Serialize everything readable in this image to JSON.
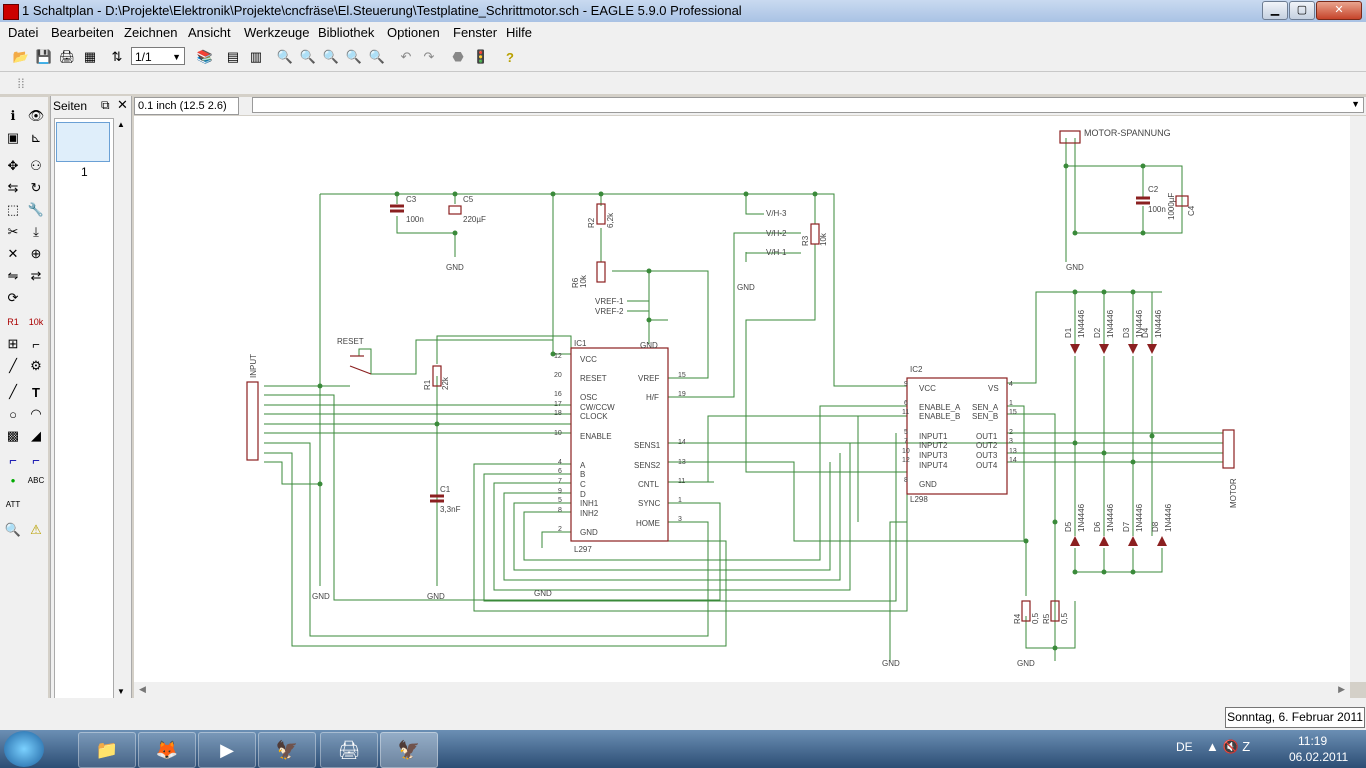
{
  "window": {
    "title": "1 Schaltplan - D:\\Projekte\\Elektronik\\Projekte\\cncfräse\\El.Steuerung\\Testplatine_Schrittmotor.sch - EAGLE 5.9.0 Professional",
    "min": "▁",
    "max": "▢",
    "close": "✕"
  },
  "menu": [
    "Datei",
    "Bearbeiten",
    "Zeichnen",
    "Ansicht",
    "Werkzeuge",
    "Bibliothek",
    "Optionen",
    "Fenster",
    "Hilfe"
  ],
  "toolbar": {
    "zoom_value": "1/1",
    "icons": [
      "open-icon",
      "save-icon",
      "print-icon",
      "cam-icon",
      "board-icon",
      "zoom-select",
      "library-icon",
      "script-icon",
      "ulp-icon",
      "zoom-fit-icon",
      "zoom-in-icon",
      "zoom-out-icon",
      "zoom-redraw-icon",
      "zoom-select-area-icon",
      "undo-icon",
      "redo-icon",
      "stop-icon",
      "go-icon",
      "help-icon"
    ]
  },
  "command": {
    "coordinates": "0.1 inch (12.5 2.6)",
    "input": ""
  },
  "pages_panel": {
    "title": "Seiten",
    "page_number": "1"
  },
  "schematic": {
    "labels": {
      "motor_spannung": "MOTOR-SPANNUNG",
      "c3": "C3",
      "c3_val": "100n",
      "c5": "C5",
      "c5_val": "220µF",
      "r2": "R2",
      "r2_val": "6,2k",
      "r6": "R6",
      "r6_val": "10k",
      "r3": "R3",
      "r3_val": "10k",
      "vh3": "V/H-3",
      "vh2": "V/H-2",
      "vh1": "V/H-1",
      "vref1": "VREF-1",
      "vref2": "VREF-2",
      "reset": "RESET",
      "input": "INPUT",
      "r1": "R1",
      "r1_val": "22k",
      "c1": "C1",
      "c1_val": "3,3nF",
      "ic1": "IC1",
      "ic1_part": "L297",
      "ic2": "IC2",
      "ic2_part": "L298",
      "c2": "C2",
      "c2_val": "100n",
      "c4": "C4",
      "c4_val": "1000µF",
      "motor": "MOTOR",
      "r4": "R4",
      "r4_val": "0,5",
      "r5": "R5",
      "r5_val": "0,5",
      "gnd": "GND",
      "diode": "1N4446",
      "d_names": [
        "D1",
        "D2",
        "D3",
        "D4",
        "D5",
        "D6",
        "D7",
        "D8"
      ]
    },
    "ic1_pins_left": [
      "VCC",
      "RESET",
      "OSC",
      "CW/CCW",
      "CLOCK",
      "ENABLE",
      "A",
      "B",
      "C",
      "D",
      "INH1",
      "INH2",
      "GND"
    ],
    "ic1_pin_nums_left": [
      "12",
      "20",
      "16",
      "17",
      "18",
      "10",
      "4",
      "6",
      "7",
      "9",
      "5",
      "8",
      "2"
    ],
    "ic1_pins_right": [
      "VREF",
      "H/F",
      "SENS1",
      "SENS2",
      "CNTL",
      "SYNC",
      "HOME"
    ],
    "ic1_pin_nums_right": [
      "15",
      "19",
      "14",
      "13",
      "11",
      "1",
      "3"
    ],
    "ic2_pins_left": [
      "VCC",
      "ENABLE_A",
      "ENABLE_B",
      "INPUT1",
      "INPUT2",
      "INPUT3",
      "INPUT4",
      "GND"
    ],
    "ic2_pin_nums_left": [
      "9",
      "6",
      "11",
      "5",
      "7",
      "10",
      "12",
      "8"
    ],
    "ic2_pins_right": [
      "VS",
      "SEN_A",
      "SEN_B",
      "OUT1",
      "OUT2",
      "OUT3",
      "OUT4"
    ],
    "ic2_pin_nums_right": [
      "4",
      "1",
      "15",
      "2",
      "3",
      "13",
      "14"
    ],
    "colors": {
      "wire": "#3a8a3a",
      "part": "#8b2020",
      "text": "#444444"
    }
  },
  "status": {
    "date_tooltip": "Sonntag, 6. Februar 2011"
  },
  "taskbar": {
    "language": "DE",
    "time": "11:19",
    "date": "06.02.2011",
    "tasks": [
      "explorer-icon",
      "firefox-icon",
      "media-player-icon",
      "eagle-logo-icon",
      "scanner-icon",
      "eagle-icon"
    ]
  }
}
